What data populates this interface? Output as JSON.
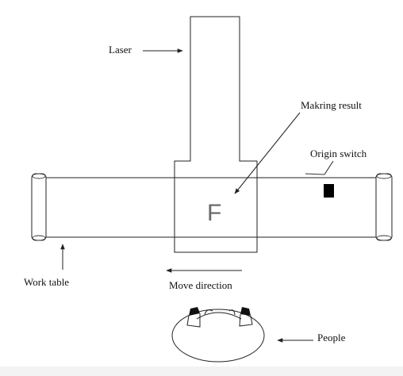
{
  "labels": {
    "laser": "Laser",
    "marking_result": "Makring result",
    "origin_switch": "Origin switch",
    "mark_glyph": "F",
    "work_table": "Work table",
    "move_direction": "Move direction",
    "people": "People"
  },
  "colors": {
    "line": "#222222",
    "background": "#ffffff",
    "switch": "#000000",
    "mark_glyph": "#6a6a6a"
  }
}
